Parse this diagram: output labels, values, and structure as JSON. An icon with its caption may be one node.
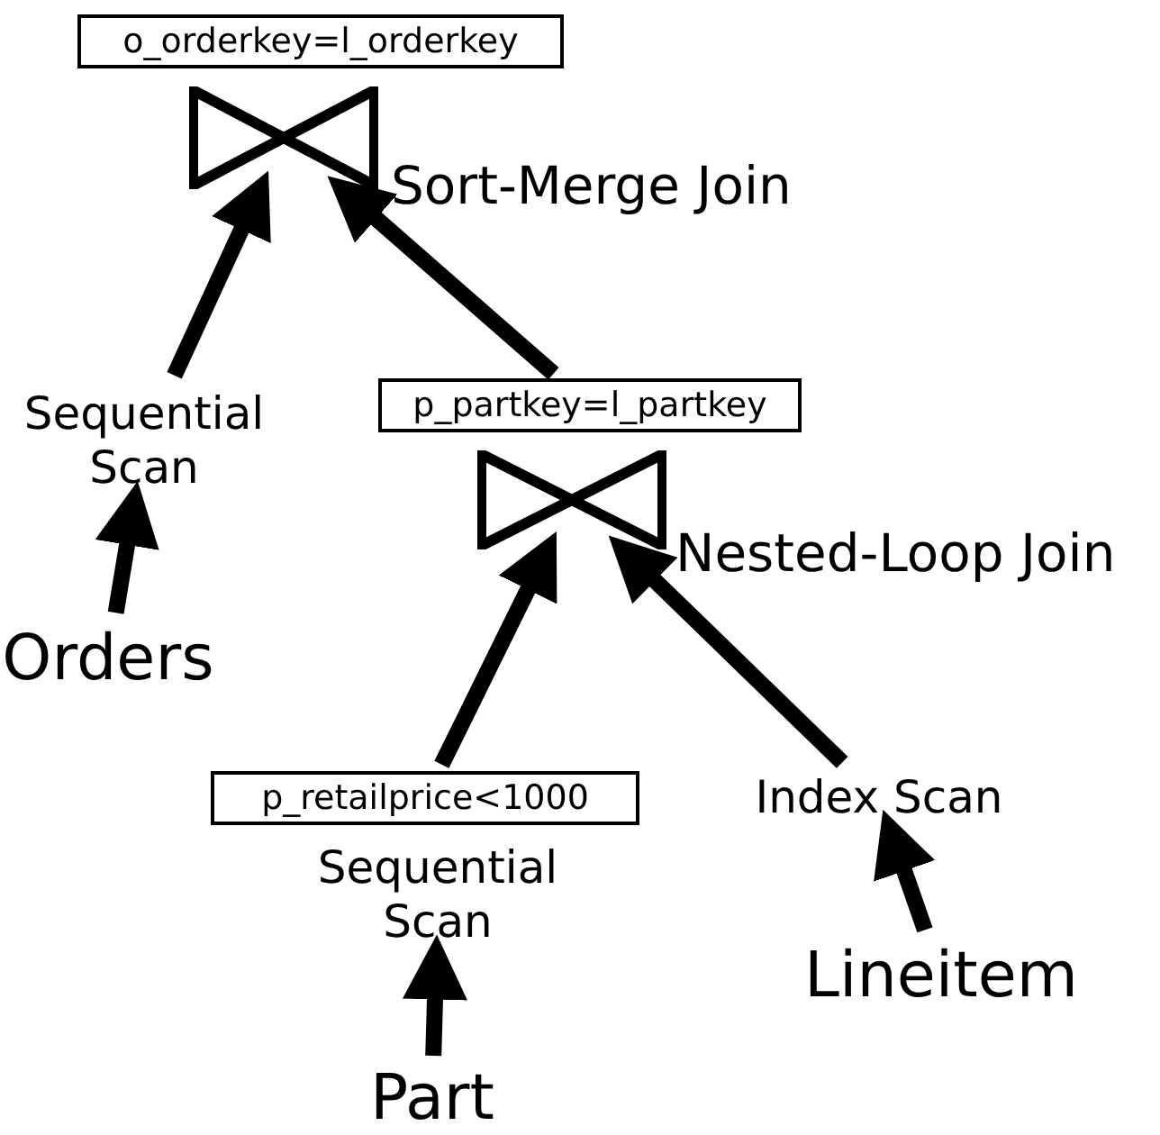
{
  "diagram": {
    "nodes": [
      {
        "text": [
          "o_orderkey=l_orderkey"
        ]
      },
      {
        "text": [],
        "shape": "bowtie",
        "beside": [
          "Sort-Merge Join"
        ]
      },
      {
        "text": [
          "Sequential Scan"
        ]
      },
      {
        "text": [
          "Orders"
        ]
      },
      {
        "text": [
          "p_partkey=l_partkey"
        ]
      },
      {
        "text": [],
        "shape": "bowtie",
        "beside": [
          "Nested-Loop Join"
        ]
      },
      {
        "text": [
          "p_retailprice<1000"
        ]
      },
      {
        "text": [
          "Sequential Scan"
        ]
      },
      {
        "text": [
          "Index Scan"
        ]
      },
      {
        "text": [
          "Part"
        ]
      },
      {
        "text": [
          "Lineitem"
        ]
      }
    ],
    "edges": [
      {
        "from": 3,
        "to": 2,
        "arrow": "to"
      },
      {
        "from": 2,
        "to": 1,
        "arrow": "to"
      },
      {
        "from": 4,
        "to": 1,
        "arrow": "to"
      },
      {
        "from": 6,
        "to": 5,
        "arrow": "to"
      },
      {
        "from": 8,
        "to": 5,
        "arrow": "to"
      },
      {
        "from": 9,
        "to": 7,
        "arrow": "to"
      },
      {
        "from": 10,
        "to": 8,
        "arrow": "to"
      }
    ]
  }
}
